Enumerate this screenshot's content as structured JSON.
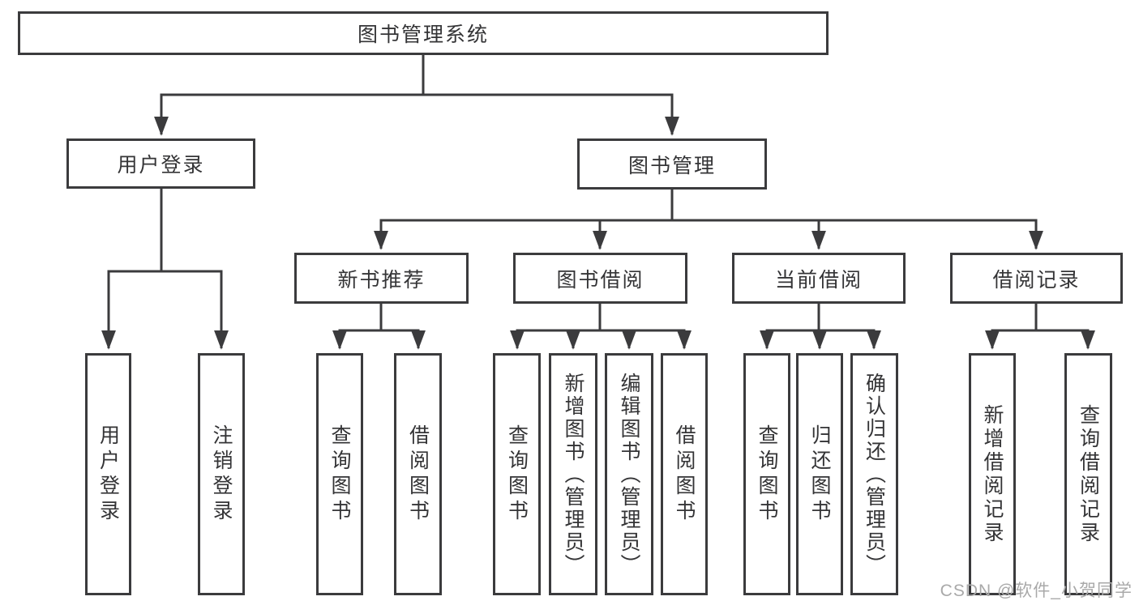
{
  "diagram": {
    "root": "图书管理系统",
    "user_login": {
      "label": "用户登录",
      "children": [
        "用户登录",
        "注销登录"
      ]
    },
    "book_mgmt": {
      "label": "图书管理",
      "sections": [
        {
          "label": "新书推荐",
          "children": [
            "查询图书",
            "借阅图书"
          ]
        },
        {
          "label": "图书借阅",
          "children": [
            "查询图书",
            "新增图书（管理员）",
            "编辑图书（管理员）",
            "借阅图书"
          ]
        },
        {
          "label": "当前借阅",
          "children": [
            "查询图书",
            "归还图书",
            "确认归还（管理员）"
          ]
        },
        {
          "label": "借阅记录",
          "children": [
            "新增借阅记录",
            "查询借阅记录"
          ]
        }
      ]
    }
  },
  "watermark": "CSDN @软件_小贺同学",
  "colors": {
    "line": "#3b3b3d",
    "text": "#343436",
    "watermark": "#a9a9a9",
    "background": "#ffffff"
  }
}
